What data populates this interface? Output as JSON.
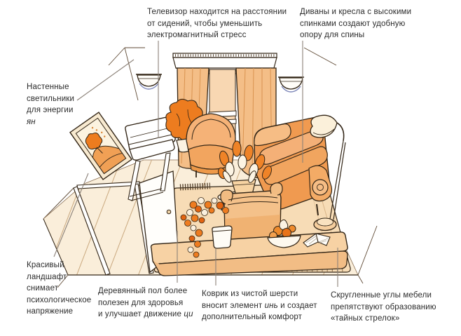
{
  "diagram_subject": "feng-shui living room illustration with annotations",
  "annotations": {
    "tv": {
      "lines": [
        "Телевизор находится на расстоянии",
        "от сидений, чтобы уменьшить",
        "электромагнитный стресс"
      ]
    },
    "sofa": {
      "lines": [
        "Диваны и кресла с высокими",
        "спинками создают удобную",
        "опору для спины"
      ]
    },
    "sconce": {
      "line1": "Настенные",
      "line2": "светильники",
      "line3": "для энергии",
      "line4_italic": "ян"
    },
    "landscape": {
      "lines": [
        "Красивый",
        "ландшафт",
        "снимает",
        "психологическое",
        "напряжение"
      ]
    },
    "floor": {
      "line1": "Деревянный пол более",
      "line2": "полезен для здоровья",
      "line3_prefix": "и улучшает движение ",
      "line3_italic": "ци"
    },
    "rug": {
      "line1": "Коврик из чистой шерсти",
      "line2_prefix": "вносит элемент ",
      "line2_italic": "инь",
      "line2_suffix": " и создает",
      "line3": "дополнительный комфорт"
    },
    "corners": {
      "lines": [
        "Скругленные углы мебели",
        "препятствуют образованию",
        "«тайных стрелок»"
      ]
    }
  },
  "scene_elements": [
    "wall-sconce-left",
    "wall-sconce-right",
    "picture-frame-landscape",
    "window-with-curtains",
    "pelmet",
    "tv-on-stand",
    "houseplant",
    "armchair",
    "high-back-sofa",
    "arc-floor-lamp",
    "flower-bouquet-on-pedestal-table",
    "basket-planter",
    "flowering-plant-in-pot",
    "coffee-table-rounded-corners",
    "fruit-bowl",
    "open-book",
    "wool-rug",
    "wooden-plank-floor",
    "open-door"
  ],
  "palette": {
    "outline": "#332617",
    "orange_bright": "#ED7C1F",
    "orange_mid": "#F09A50",
    "peach": "#F4BE87",
    "peach_light": "#F8DDBC",
    "floor": "#FAEEDA",
    "rug": "#F7DCB6",
    "leader_line": "#8B8178",
    "text": "#2B2B2B",
    "sconce_shadow": "#7C86B8"
  }
}
